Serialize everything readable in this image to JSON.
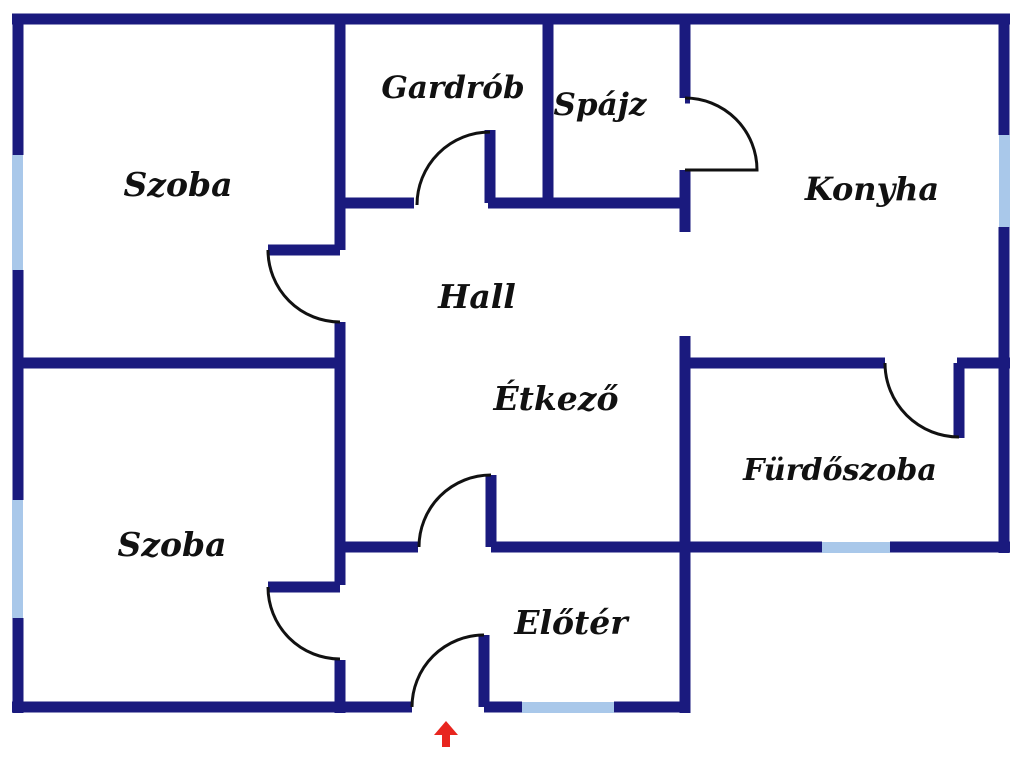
{
  "colors": {
    "wall": "#1a1a7e",
    "window": "#a9c8ea",
    "entrance_arrow": "#e8251f",
    "background": "#ffffff"
  },
  "rooms": {
    "szoba_top": "Szoba",
    "szoba_bottom": "Szoba",
    "gardrob": "Gardrób",
    "spajz": "Spájz",
    "konyha": "Konyha",
    "hall": "Hall",
    "etkezo": "Étkező",
    "furdoszoba": "Fürdőszoba",
    "eloter": "Előtér"
  },
  "entrance": {
    "icon": "arrow-up-icon"
  }
}
